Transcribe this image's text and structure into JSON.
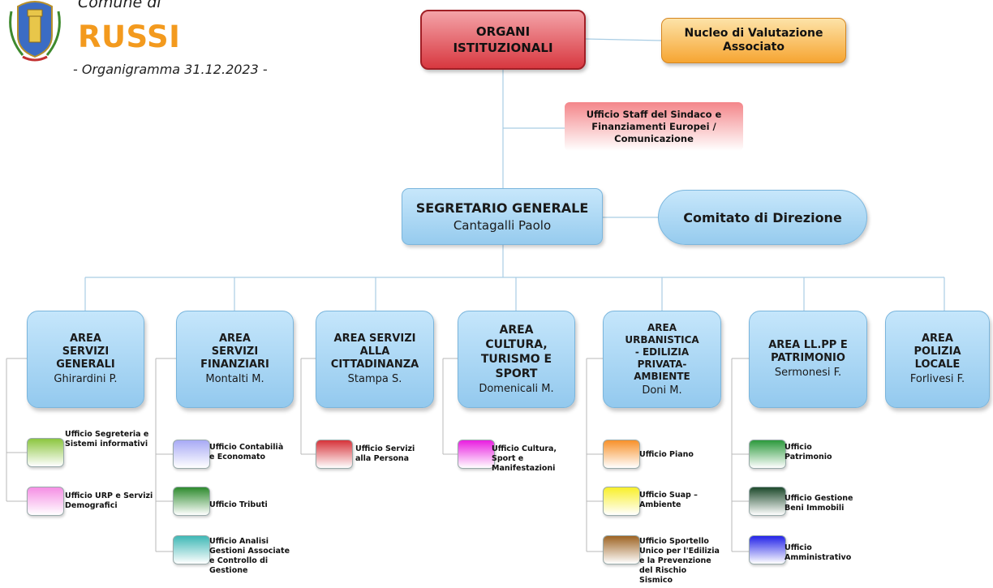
{
  "header": {
    "comune_label": "Comune di",
    "city_name": "RUSSI",
    "subtitle": "- Organigramma 31.12.2023 -",
    "crest_icon": "coat-of-arms-icon"
  },
  "top": {
    "organi": "ORGANI ISTITUZIONALI",
    "nucleo": "Nucleo di Valutazione Associato",
    "staff": "Ufficio Staff del Sindaco e Finanziamenti Europei / Comunicazione"
  },
  "segretario": {
    "title": "SEGRETARIO GENERALE",
    "name": "Cantagalli Paolo"
  },
  "comitato": "Comitato di Direzione",
  "areas": [
    {
      "title": "AREA SERVIZI GENERALI",
      "head": "Ghirardini P.",
      "offices": [
        {
          "label": "Ufficio Segreteria e Sistemi informativi",
          "color": "#8cc63f"
        },
        {
          "label": "Ufficio URP e Servizi Demografici",
          "color": "#f58fe4"
        }
      ]
    },
    {
      "title": "AREA SERVIZI FINANZIARI",
      "head": "Montalti M.",
      "offices": [
        {
          "label": "Ufficio Contabilià e Economato",
          "color": "#a8aaf5"
        },
        {
          "label": "Ufficio Tributi",
          "color": "#2e8b2e"
        },
        {
          "label": "Ufficio Analisi Gestioni Associate e Controllo di Gestione",
          "color": "#3fb8b6"
        }
      ]
    },
    {
      "title": "AREA SERVIZI ALLA CITTADINANZA",
      "head": "Stampa S.",
      "offices": [
        {
          "label": "Ufficio Servizi alla Persona",
          "color": "#d6333a"
        }
      ]
    },
    {
      "title": "AREA CULTURA, TURISMO E SPORT",
      "head": "Domenicali M.",
      "offices": [
        {
          "label": "Ufficio Cultura, Sport e Manifestazioni",
          "color": "#e91ee0"
        }
      ]
    },
    {
      "title": "AREA URBANISTICA - EDILIZIA PRIVATA- AMBIENTE",
      "head": "Doni M.",
      "offices": [
        {
          "label": "Ufficio Piano",
          "color": "#f7912a"
        },
        {
          "label": "Ufficio Suap – Ambiente",
          "color": "#f8ef2a"
        },
        {
          "label": "Ufficio Sportello Unico per l'Edilizia e la Prevenzione del Rischio Sismico",
          "color": "#9e6424"
        }
      ]
    },
    {
      "title": "AREA LL.PP E PATRIMONIO",
      "head": "Sermonesi F.",
      "offices": [
        {
          "label": "Ufficio Patrimonio",
          "color": "#2c9a3c"
        },
        {
          "label": "Ufficio Gestione Beni Immobili",
          "color": "#1e4a2c"
        },
        {
          "label": "Ufficio Amministrativo",
          "color": "#2424e8"
        }
      ]
    },
    {
      "title": "AREA POLIZIA LOCALE",
      "head": "Forlivesi F.",
      "offices": []
    }
  ]
}
